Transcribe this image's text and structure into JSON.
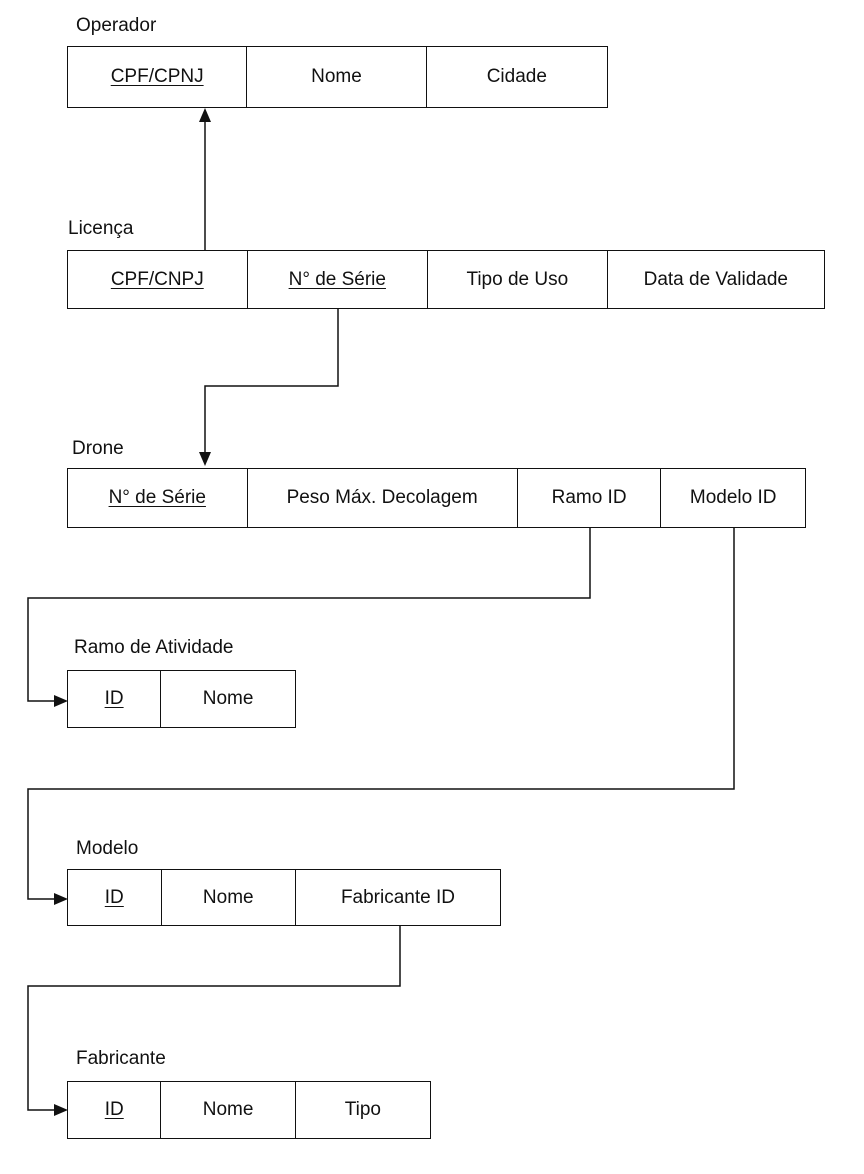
{
  "entities": {
    "operador": {
      "title": "Operador",
      "fields": [
        "CPF/CPNJ",
        "Nome",
        "Cidade"
      ]
    },
    "licenca": {
      "title": "Licença",
      "fields": [
        "CPF/CNPJ",
        "N° de Série",
        "Tipo de Uso",
        "Data de Validade"
      ]
    },
    "drone": {
      "title": "Drone",
      "fields": [
        "N° de Série",
        "Peso Máx. Decolagem",
        "Ramo ID",
        "Modelo ID"
      ]
    },
    "ramo": {
      "title": "Ramo de Atividade",
      "fields": [
        "ID",
        "Nome"
      ]
    },
    "modelo": {
      "title": "Modelo",
      "fields": [
        "ID",
        "Nome",
        "Fabricante ID"
      ]
    },
    "fabricante": {
      "title": "Fabricante",
      "fields": [
        "ID",
        "Nome",
        "Tipo"
      ]
    }
  },
  "relationships": [
    {
      "from": "licenca.CPF/CNPJ",
      "to": "operador.CPF/CPNJ"
    },
    {
      "from": "licenca.N° de Série",
      "to": "drone.N° de Série"
    },
    {
      "from": "drone.Ramo ID",
      "to": "ramo.ID"
    },
    {
      "from": "drone.Modelo ID",
      "to": "modelo.ID"
    },
    {
      "from": "modelo.Fabricante ID",
      "to": "fabricante.ID"
    }
  ]
}
